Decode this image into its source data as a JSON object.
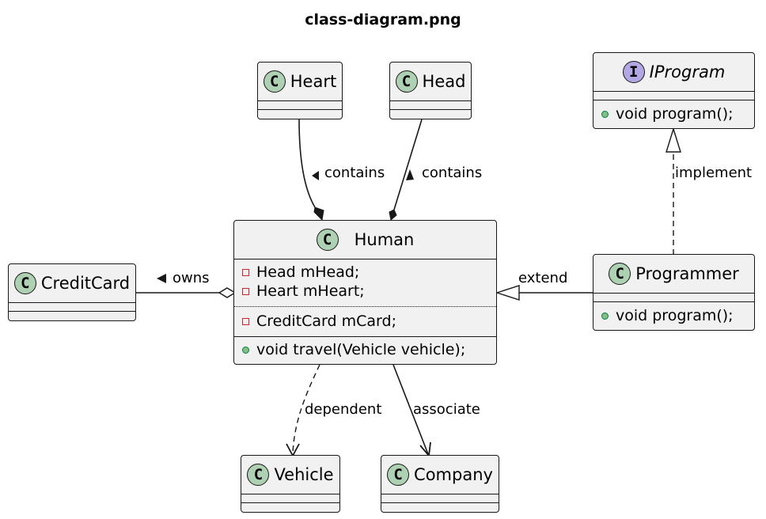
{
  "title": "class-diagram.png",
  "classes": {
    "heart": {
      "name": "Heart",
      "stereotype": "C"
    },
    "head": {
      "name": "Head",
      "stereotype": "C"
    },
    "iprogram": {
      "name": "IProgram",
      "stereotype": "I",
      "methods": [
        "void program();"
      ]
    },
    "human": {
      "name": "Human",
      "stereotype": "C",
      "fields_group1": [
        "Head mHead;",
        "Heart mHeart;"
      ],
      "fields_group2": [
        "CreditCard mCard;"
      ],
      "methods": [
        "void travel(Vehicle vehicle);"
      ]
    },
    "creditcard": {
      "name": "CreditCard",
      "stereotype": "C"
    },
    "programmer": {
      "name": "Programmer",
      "stereotype": "C",
      "methods": [
        "void program();"
      ]
    },
    "vehicle": {
      "name": "Vehicle",
      "stereotype": "C"
    },
    "company": {
      "name": "Company",
      "stereotype": "C"
    }
  },
  "relations": {
    "heart_human": "contains",
    "head_human": "contains",
    "creditcard_human": "owns",
    "programmer_iprogram": "implement",
    "programmer_human": "extend",
    "human_vehicle": "dependent",
    "human_company": "associate"
  },
  "colors": {
    "class_fill": "#f1f1f1",
    "border": "#181818",
    "class_stereotype": "#add1b2",
    "interface_stereotype": "#b4a7e5",
    "private_marker": "#c82930",
    "public_marker": "#84be84"
  }
}
